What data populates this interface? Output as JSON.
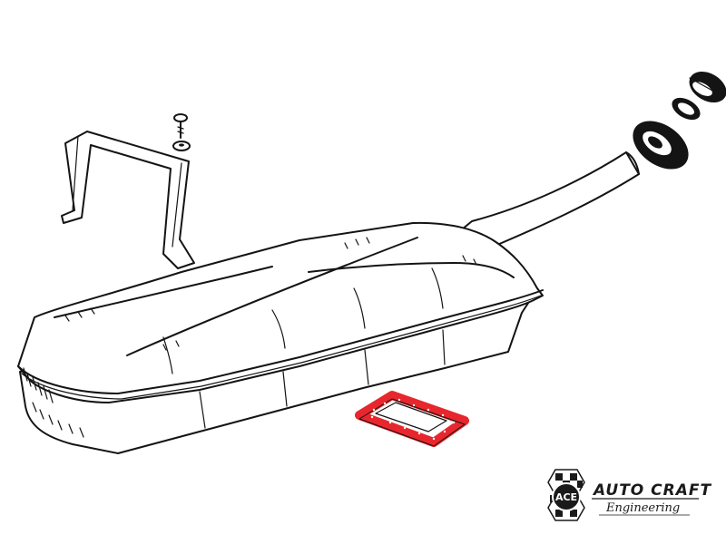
{
  "diagram": {
    "highlight_color": "#e8262d",
    "line_color": "#141414",
    "background": "#ffffff",
    "parts": [
      {
        "name": "fuel-tank",
        "highlighted": false
      },
      {
        "name": "filler-neck",
        "highlighted": false
      },
      {
        "name": "mounting-strap",
        "highlighted": false
      },
      {
        "name": "bolt",
        "highlighted": false
      },
      {
        "name": "washer",
        "highlighted": false
      },
      {
        "name": "filler-grommet",
        "highlighted": false
      },
      {
        "name": "filler-seal-ring",
        "highlighted": false
      },
      {
        "name": "filler-cap",
        "highlighted": false
      },
      {
        "name": "sender-gasket",
        "highlighted": true
      }
    ]
  },
  "logo": {
    "line1": "AUTO CRAFT",
    "line2": "Engineering",
    "emblem": "ACE"
  }
}
